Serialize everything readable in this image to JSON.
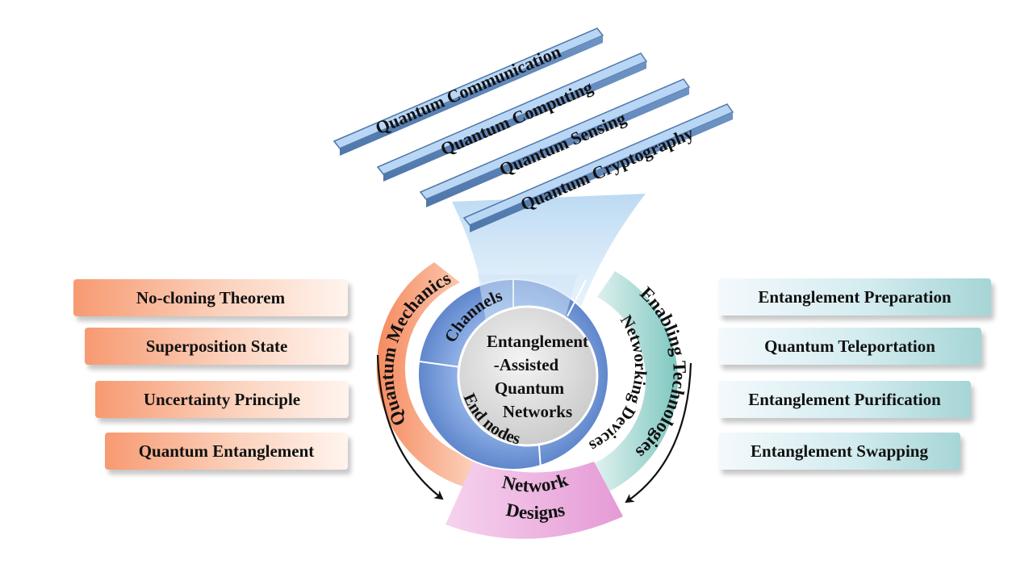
{
  "applications": [
    "Quantum Communication",
    "Quantum Computing",
    "Quantum Sensing",
    "Quantum Cryptography"
  ],
  "center": {
    "line1": "Entanglement",
    "line2": "-Assisted",
    "line3": "Quantum",
    "line4": "Networks"
  },
  "inner_ring": {
    "channels": "Channels",
    "networking_devices": "Networking Devices",
    "end_nodes": "End nodes"
  },
  "outer_ring": {
    "quantum_mechanics": "Quantum Mechanics",
    "enabling_technologies": "Enabling Technologies",
    "network_designs_1": "Network",
    "network_designs_2": "Designs"
  },
  "left_items": [
    "No-cloning Theorem",
    "Superposition State",
    "Uncertainty Principle",
    "Quantum Entanglement"
  ],
  "right_items": [
    "Entanglement Preparation",
    "Quantum Teleportation",
    "Entanglement Purification",
    "Entanglement Swapping"
  ],
  "colors": {
    "orange": "#f79a72",
    "teal": "#8fcfca",
    "pink": "#e9a6d8",
    "ring_blue": "#6f95d8",
    "bar_blue": "#a9ccf2",
    "center_gray": "#d6d6d6"
  }
}
